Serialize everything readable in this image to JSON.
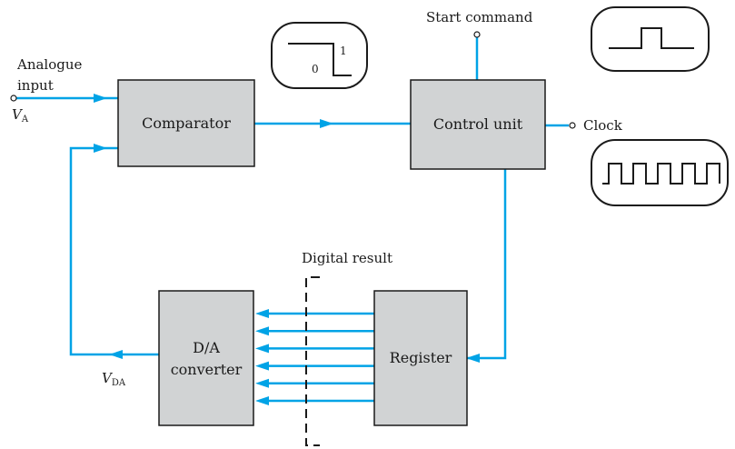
{
  "colors": {
    "signal": "#00a3e6",
    "block_fill": "#d1d3d4",
    "stroke": "#1a1a1a"
  },
  "blocks": {
    "comparator": "Comparator",
    "control_unit": "Control unit",
    "register": "Register",
    "dac_line1": "D/A",
    "dac_line2": "converter"
  },
  "labels": {
    "analogue_line1": "Analogue",
    "analogue_line2": "input",
    "va_main": "V",
    "va_sub": "A",
    "vda_main": "V",
    "vda_sub": "DA",
    "start_command": "Start command",
    "clock": "Clock",
    "digital_result": "Digital result"
  },
  "comparator_waveform": {
    "high_label": "1",
    "low_label": "0"
  },
  "icons": {
    "comparator_output": "step-waveform-icon",
    "start_pulse": "single-pulse-icon",
    "clock": "square-wave-icon"
  },
  "digital_result_bits": 6
}
